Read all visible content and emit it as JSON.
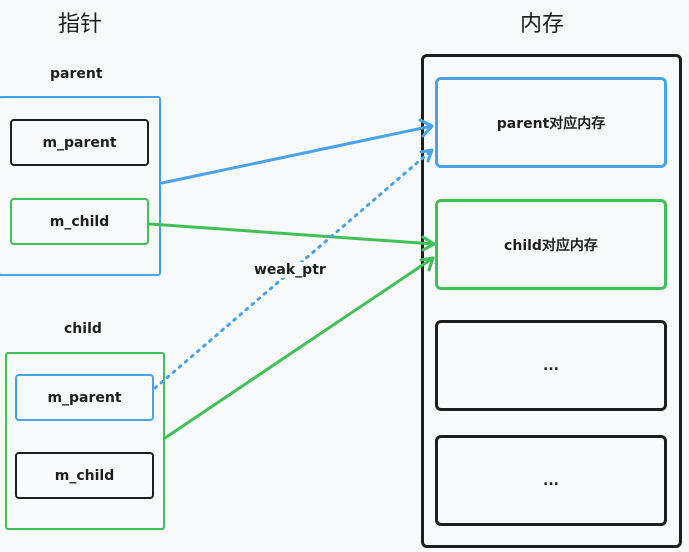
{
  "headings": {
    "pointer": "指针",
    "memory": "内存"
  },
  "parent_group": {
    "label": "parent",
    "m_parent": "m_parent",
    "m_child": "m_child"
  },
  "child_group": {
    "label": "child",
    "m_parent": "m_parent",
    "m_child": "m_child"
  },
  "edge_label": "weak_ptr",
  "memory_blocks": {
    "parent": "parent对应内存",
    "child": "child对应内存",
    "slot3": "...",
    "slot4": "..."
  },
  "colors": {
    "blue": "#4aa3e8",
    "green": "#40c057",
    "black": "#1e1e1e"
  }
}
